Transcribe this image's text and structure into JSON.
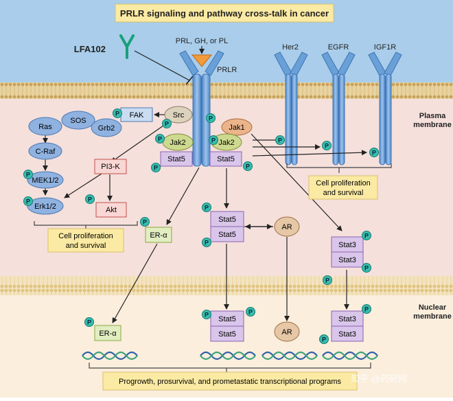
{
  "title": "PRLR signaling and pathway cross-talk in cancer",
  "ligand": "PRL, GH, or PL",
  "drug": "LFA102",
  "receptors": {
    "prlr": "PRLR",
    "her2": "Her2",
    "egfr": "EGFR",
    "igf1r": "IGF1R"
  },
  "membranes": {
    "plasma_line1": "Plasma",
    "plasma_line2": "membrane",
    "nuclear_line1": "Nuclear",
    "nuclear_line2": "membrane"
  },
  "nodes": {
    "ras": "Ras",
    "sos": "SOS",
    "grb2": "Grb2",
    "fak": "FAK",
    "src": "Src",
    "craf": "C-Raf",
    "mek": "MEK1/2",
    "erk": "Erk1/2",
    "pi3k": "PI3-K",
    "akt": "Akt",
    "jak1": "Jak1",
    "jak2": "Jak2",
    "stat5": "Stat5",
    "stat3": "Stat3",
    "er_alpha": "ER-α",
    "ar": "AR",
    "phospho": "P"
  },
  "boxes": {
    "left_line1": "Cell proliferation",
    "left_line2": "and survival",
    "right_line1": "Cell proliferation",
    "right_line2": "and survival",
    "bottom": "Progrowth, prosurvival, and prometastatic transcriptional programs"
  },
  "watermark": "知乎 @药研网",
  "colors": {
    "sky": "#a9cdea",
    "cytoplasm": "#f5e0dc",
    "nucleus": "#fbeedd",
    "receptor": "#6aa0d8",
    "ras_pathway": "#8fb2e0",
    "pi3k_fill": "#f9d7d4",
    "pi3k_border": "#c0504d",
    "stat_fill": "#d9c6ea",
    "stat_border": "#8a63b3",
    "er_fill": "#e2edc1",
    "er_border": "#8aa83e",
    "ar_fill": "#e6c7a6",
    "jak_fill": "#cdd98f",
    "jak1_fill": "#ebb48a",
    "phospho": "#35bdae",
    "callout": "#fbeaa3",
    "ligand": "#f39a3a",
    "drug": "#19a07a"
  }
}
